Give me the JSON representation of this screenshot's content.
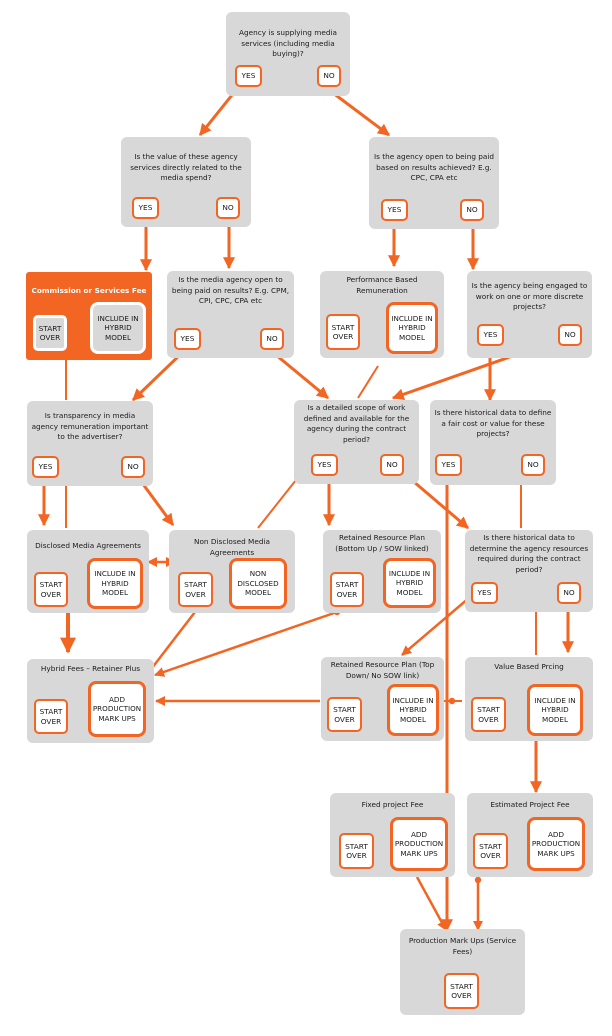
{
  "colors": {
    "accent": "#f26522",
    "box": "#d8d8d8",
    "highlight_box": "#f26522"
  },
  "nodes": {
    "q1": {
      "text": "Agency is supplying media services (including media buying)?",
      "yes": "YES",
      "no": "NO"
    },
    "q2": {
      "text": "Is the value of these agency services directly related to the media spend?",
      "yes": "YES",
      "no": "NO"
    },
    "q3": {
      "text": "Is the agency open to being paid based on results achieved? E.g. CPC, CPA etc",
      "yes": "YES",
      "no": "NO"
    },
    "commission": {
      "title": "Commission or Services Fee",
      "start": "START OVER",
      "include": "INCLUDE IN HYBRID MODEL"
    },
    "q4": {
      "text": "Is the media agency open to being paid on results? E.g. CPM, CPI, CPC, CPA etc",
      "yes": "YES",
      "no": "NO"
    },
    "perf": {
      "title": "Performance Based Remuneration",
      "start": "START OVER",
      "include": "INCLUDE IN HYBRID MODEL"
    },
    "q5": {
      "text": "Is the agency being engaged to work on one or more discrete projects?",
      "yes": "YES",
      "no": "NO"
    },
    "q6": {
      "text": "Is transparency in media agency remuneration important to the advertiser?",
      "yes": "YES",
      "no": "NO"
    },
    "q7": {
      "text": "Is a detailed scope of work defined and available for the agency during the contract period?",
      "yes": "YES",
      "no": "NO"
    },
    "q8": {
      "text": "Is there historical data to define a fair cost or value for these projects?",
      "yes": "YES",
      "no": "NO"
    },
    "disclosed": {
      "title": "Disclosed Media Agreements",
      "start": "START OVER",
      "include": "INCLUDE IN HYBRID MODEL"
    },
    "nondisclosed": {
      "title": "Non Disclosed Media Agreements",
      "start": "START OVER",
      "include": "NON DISCLOSED MODEL"
    },
    "retained_bu": {
      "title": "Retained Resource Plan (Bottom Up / SOW linked)",
      "start": "START OVER",
      "include": "INCLUDE IN HYBRID MODEL"
    },
    "q9": {
      "text": "Is there historical data to determine the agency resources required during the contract period?",
      "yes": "YES",
      "no": "NO"
    },
    "hybrid": {
      "title": "Hybrid Fees – Retainer Plus",
      "start": "START OVER",
      "include": "ADD PRODUCTION MARK UPS"
    },
    "retained_td": {
      "title": "Retained Resource Plan (Top Down/ No SOW link)",
      "start": "START OVER",
      "include": "INCLUDE IN HYBRID MODEL"
    },
    "value": {
      "title": "Value Based Prcing",
      "start": "START OVER",
      "include": "INCLUDE IN HYBRID MODEL"
    },
    "fixed": {
      "title": "Fixed project Fee",
      "start": "START OVER",
      "include": "ADD PRODUCTION MARK UPS"
    },
    "estimated": {
      "title": "Estimated Project Fee",
      "start": "START OVER",
      "include": "ADD PRODUCTION MARK UPS"
    },
    "markups": {
      "title": "Production Mark Ups (Service Fees)",
      "start": "START OVER"
    }
  }
}
